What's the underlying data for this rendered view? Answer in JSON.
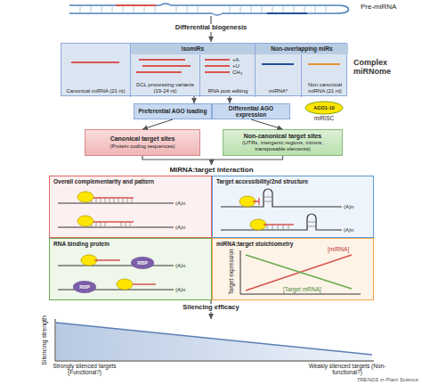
{
  "diagram": {
    "nodes": [
      {
        "text": [
          "Complex miRNome"
        ]
      },
      {
        "text": [
          "Canonical miRNA (21 nt)"
        ],
        "in": 0
      },
      {
        "text": [
          "IsomiRs"
        ],
        "in": 0
      },
      {
        "text": [
          "DCL processing variants (19-24 nt)"
        ],
        "in": 2
      },
      {
        "text": [
          "RNA post editing"
        ],
        "in": 2
      },
      {
        "text": [
          "Non-overlapping miRs"
        ],
        "in": 0
      },
      {
        "text": [
          "miRNA*"
        ],
        "in": 5
      },
      {
        "text": [
          "Non canonical miRNA (21 nt)"
        ],
        "in": 5
      },
      {
        "text": [
          "Preferential AGO loading"
        ]
      },
      {
        "text": [
          "Differential AGO expression"
        ]
      },
      {
        "text": [
          "AGO1-10",
          "miRISC"
        ]
      },
      {
        "text": [
          "Canonical target sites",
          "(Protein coding sequences)"
        ]
      },
      {
        "text": [
          "Non-canonical target sites",
          "(UTRs, intergenic regions, introns, transposable elements)"
        ]
      },
      {
        "text": [
          "MiRNA:target interaction"
        ]
      },
      {
        "text": [
          "Overall complementarity and pattern"
        ],
        "in": 13
      },
      {
        "text": [
          "Target accessibility/2nd structure"
        ],
        "in": 13
      },
      {
        "text": [
          "RNA binding protein"
        ],
        "in": 13
      },
      {
        "text": [
          "miRNA:target stoichiometry"
        ],
        "in": 13
      }
    ],
    "edges": [
      {
        "from": 0,
        "to": 8,
        "arrow": "to"
      },
      {
        "from": 0,
        "to": 9,
        "arrow": "to"
      },
      {
        "from": 8,
        "to": 11,
        "arrow": "to"
      },
      {
        "from": 9,
        "to": 12,
        "arrow": "to"
      },
      {
        "from": 11,
        "to": 13,
        "arrow": "to"
      },
      {
        "from": 12,
        "to": 13,
        "arrow": "to"
      }
    ],
    "labels": [
      "Pre-miRNA",
      "Differential biogenesis",
      "+A",
      "+U",
      "CH₃",
      "(A)n",
      "(A)n",
      "(A)n",
      "(A)n",
      "RBP",
      "(A)n",
      "RBP",
      "(A)n",
      "Target expression",
      "[miRNA]",
      "[Target mRNA]",
      "Silencing efficacy",
      "Silencing strength",
      "Strongly silenced targets (Functional?)",
      "Weakly silenced targets (Non-functional?)",
      "TRENDS in Plant Science"
    ]
  }
}
